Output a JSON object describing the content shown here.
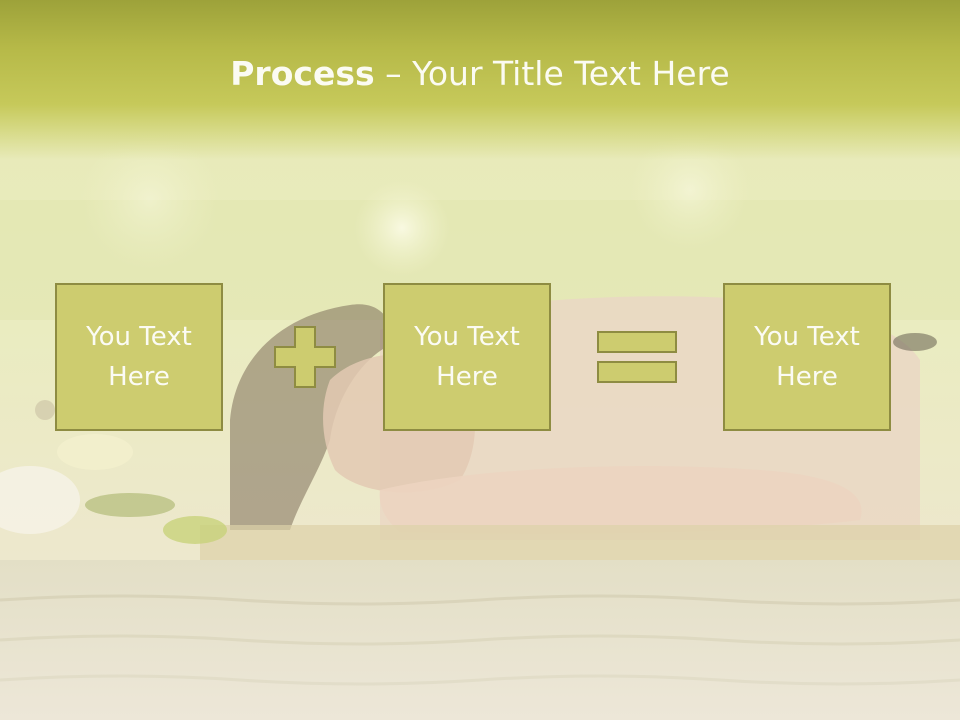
{
  "slide": {
    "title_bold": "Process",
    "title_rest": " – Your Title Text Here"
  },
  "boxes": [
    {
      "label": "You Text Here"
    },
    {
      "label": "You Text Here"
    },
    {
      "label": "You Text Here"
    }
  ],
  "operators": [
    "plus-icon",
    "equals-icon"
  ],
  "colors": {
    "title_band": "#b6b948",
    "box_fill": "#cdcc6f",
    "box_border": "#8e8c42",
    "text": "#fbfbf2"
  }
}
